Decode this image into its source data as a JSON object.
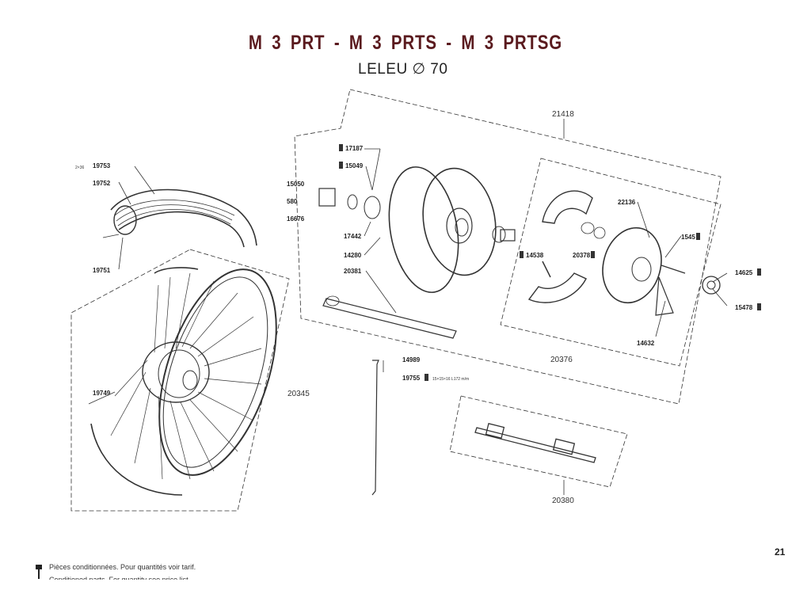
{
  "header": {
    "title": "M 3 PRT  -  M 3 PRTS  -  M 3 PRTSG",
    "subtitle": "LELEU ∅ 70"
  },
  "labels": {
    "p21418": "21418",
    "p17187": "17187",
    "p15049": "15049",
    "p15050": "15050",
    "p580": "580",
    "p16676": "16676",
    "p17442": "17442",
    "p14280": "14280",
    "p20381": "20381",
    "p14538": "14538",
    "p20378": "20378",
    "p22136": "22136",
    "p1545": "1545",
    "p14625": "14625",
    "p15478": "15478",
    "p14632": "14632",
    "p20376": "20376",
    "p19753_qty": "2×36",
    "p19753": "19753",
    "p19752": "19752",
    "p19751": "19751",
    "p19749": "19749",
    "p20345": "20345",
    "p14989": "14989",
    "p19755": "19755",
    "p19755_sizes": "15×15×16  L172 m/m",
    "p20380": "20380"
  },
  "footer": {
    "page_number": "21",
    "note_fr": "Pièces conditionnées. Pour quantités voir tarif.",
    "note_en": "Conditioned parts. For quantity see price list."
  },
  "icons": {
    "conditioned_part": "small-package-pin-icon"
  },
  "colors": {
    "title": "#5a1a1e",
    "line": "#333333"
  }
}
